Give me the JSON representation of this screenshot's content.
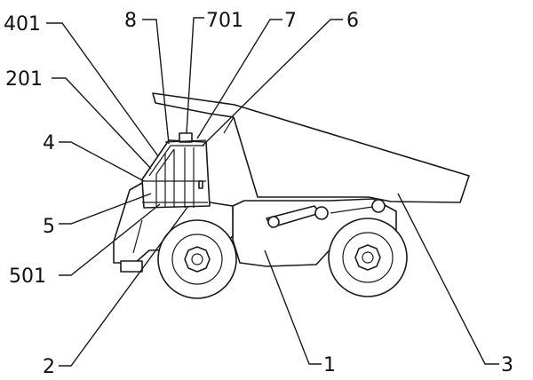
{
  "labels": {
    "l401": "401",
    "l8": "8",
    "l701": "701",
    "l7": "7",
    "l6": "6",
    "l201": "201",
    "l4": "4",
    "l5": "5",
    "l501": "501",
    "l2": "2",
    "l1": "1",
    "l3": "3"
  },
  "colors": {
    "line": "#1a1a1a",
    "background": "#ffffff"
  }
}
